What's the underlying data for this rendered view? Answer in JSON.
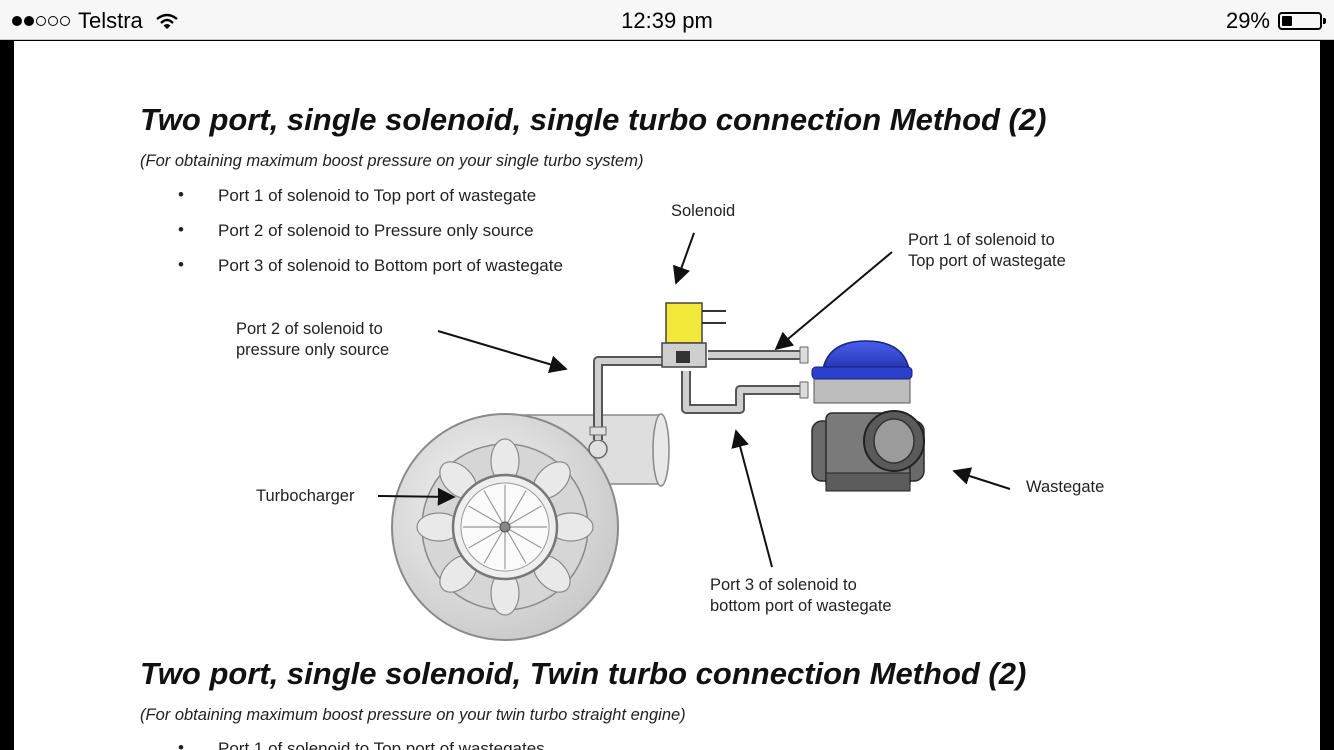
{
  "status_bar": {
    "signal_bars": [
      true,
      true,
      false,
      false,
      false
    ],
    "carrier": "Telstra",
    "wifi_icon": "wifi-icon",
    "time": "12:39 pm",
    "battery_percent": "29%",
    "battery_level": 0.29
  },
  "section1": {
    "title": "Two port, single solenoid, single turbo connection Method (2)",
    "subtitle": "(For obtaining maximum boost pressure on your single turbo system)",
    "bullets": [
      "Port 1 of solenoid to Top port of wastegate",
      "Port 2 of solenoid to Pressure only source",
      "Port 3 of solenoid to Bottom port of wastegate"
    ]
  },
  "diagram": {
    "labels": {
      "solenoid": "Solenoid",
      "port1_line1": "Port 1 of solenoid to",
      "port1_line2": "Top port of wastegate",
      "port2_line1": "Port 2 of solenoid to",
      "port2_line2": "pressure only source",
      "turbocharger": "Turbocharger",
      "wastegate": "Wastegate",
      "port3_line1": "Port 3 of solenoid to",
      "port3_line2": "bottom port of wastegate"
    },
    "colors": {
      "solenoid": "#f2e93a",
      "wastegate_cap": "#2a3fc8",
      "turbo": "#e2e2e2"
    }
  },
  "section2": {
    "title": "Two port, single solenoid, Twin turbo connection Method (2)",
    "subtitle": "(For obtaining maximum boost pressure on your twin turbo straight engine)",
    "bullets": [
      "Port 1 of solenoid to Top port of wastegates"
    ]
  }
}
